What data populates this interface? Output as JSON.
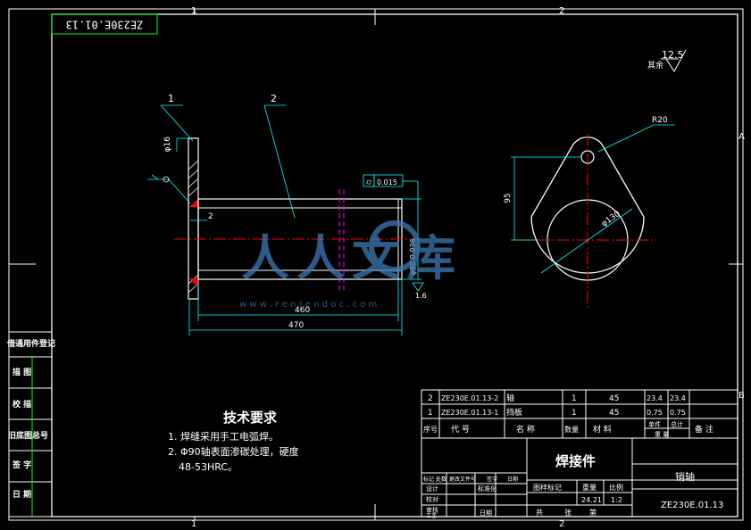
{
  "colors": {
    "background": "#000000",
    "frame": "#ffffff",
    "dimension": "#00ffff",
    "label_green": "#00ff00",
    "centerline": "#ff0000",
    "section_marks": "#ff00ff",
    "watermark": "#3c78b4"
  },
  "zone_markers": {
    "top": [
      "1",
      "2"
    ],
    "bottom": [
      "1",
      "2"
    ],
    "right": [
      "A",
      "B"
    ]
  },
  "drawing_number_box": "ZE230E.01.13",
  "part_callouts": [
    "1",
    "2"
  ],
  "dimensions": {
    "plate_thickness": "φ16",
    "small_gap": "2",
    "length_inner": "460",
    "length_total": "470",
    "shaft_diameter": "φ90-0.036",
    "roughness_surface": "1.6",
    "tolerance_value": "0.015",
    "radius": "R20",
    "height": "95",
    "plate_diameter": "φ130"
  },
  "roughness_note": {
    "label": "其余",
    "value": "12.5"
  },
  "technical_requirements": {
    "title": "技术要求",
    "items": [
      "1.    焊缝采用手工电弧焊。",
      "2.    Φ90轴表面渗碳处理，硬度",
      "48-53HRC。"
    ]
  },
  "left_stamp_labels": [
    "借通用件登记",
    "描  图",
    "校  描",
    "旧底图总号",
    "签  字",
    "日  期"
  ],
  "bom": {
    "rows": [
      {
        "no": "2",
        "code": "ZE230E.01.13-2",
        "name": "轴",
        "qty": "1",
        "material": "45",
        "unit_wt": "23.4",
        "total_wt": "23.4"
      },
      {
        "no": "1",
        "code": "ZE230E.01.13-1",
        "name": "挡板",
        "qty": "1",
        "material": "45",
        "unit_wt": "0.75",
        "total_wt": "0.75"
      }
    ],
    "headers": [
      "序号",
      "代    号",
      "名    称",
      "数量",
      "材    料",
      "单件",
      "总计",
      "备    注"
    ],
    "weight_label": "重    量"
  },
  "title_block": {
    "assembly_name": "焊接件",
    "part_name": "销轴",
    "drawing_number": "ZE230E.01.13",
    "stage_label": "图样标记",
    "weight_label": "重量",
    "scale_label": "比例",
    "weight_value": "24.21",
    "scale_value": "1:2",
    "sheet_total": "共",
    "sheet_label": "张",
    "sheet_no": "第",
    "revision_headers": [
      "标记",
      "处数",
      "更改文件号",
      "签字",
      "日期"
    ],
    "roles": [
      "设计",
      "校对",
      "审核",
      "工艺"
    ],
    "extra_labels": [
      "标准化",
      "日期"
    ]
  },
  "watermark": {
    "text": "人人文库",
    "url": "w w w . r e n r e n d o c . c o m"
  }
}
